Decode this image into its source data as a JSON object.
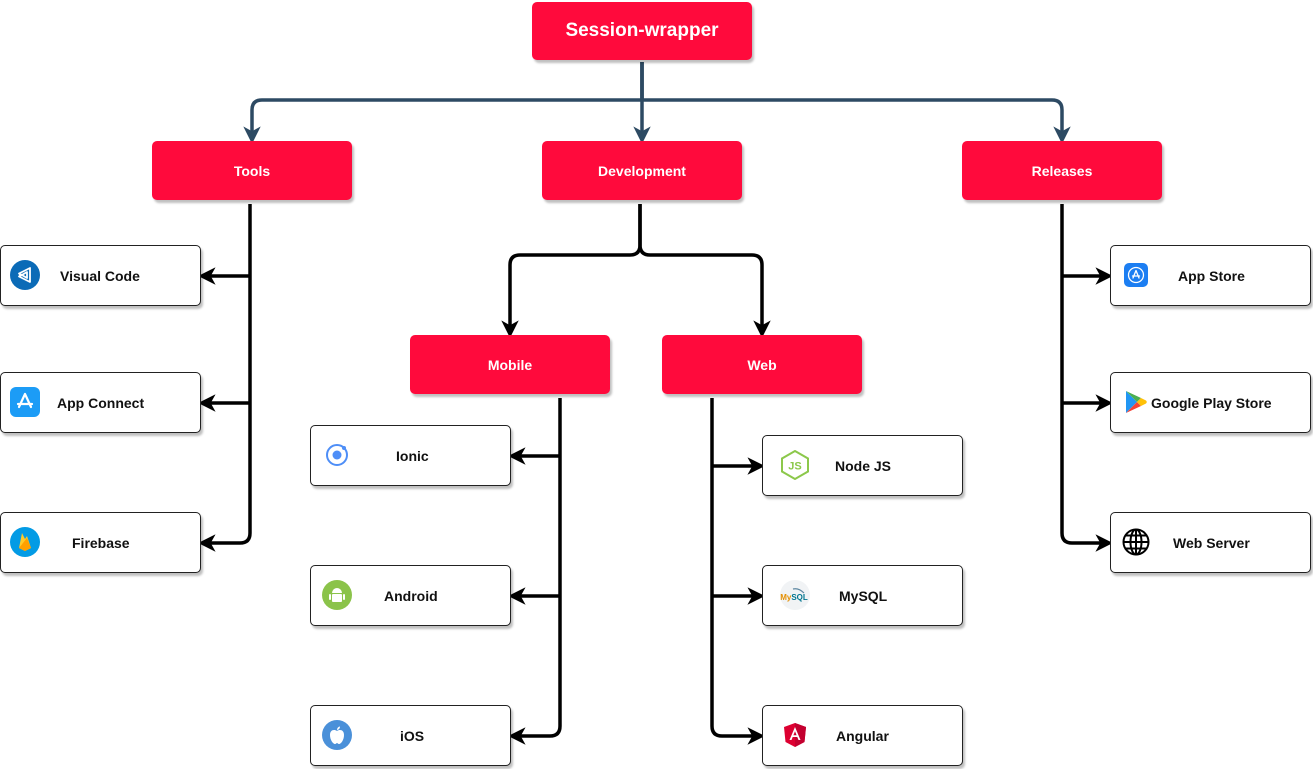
{
  "root": {
    "label": "Session-wrapper"
  },
  "categories": {
    "tools": "Tools",
    "development": "Development",
    "releases": "Releases",
    "mobile": "Mobile",
    "web": "Web"
  },
  "tools": [
    {
      "label": "Visual Code",
      "icon": "visual-studio-code-icon"
    },
    {
      "label": "App Connect",
      "icon": "app-connect-icon"
    },
    {
      "label": "Firebase",
      "icon": "firebase-icon"
    }
  ],
  "mobile": [
    {
      "label": "Ionic",
      "icon": "ionic-icon"
    },
    {
      "label": "Android",
      "icon": "android-icon"
    },
    {
      "label": "iOS",
      "icon": "apple-icon"
    }
  ],
  "web": [
    {
      "label": "Node JS",
      "icon": "nodejs-icon"
    },
    {
      "label": "MySQL",
      "icon": "mysql-icon"
    },
    {
      "label": "Angular",
      "icon": "angular-icon"
    }
  ],
  "releases": [
    {
      "label": "App Store",
      "icon": "app-store-icon"
    },
    {
      "label": "Google Play Store",
      "icon": "google-play-icon"
    },
    {
      "label": "Web Server",
      "icon": "globe-icon"
    }
  ],
  "colors": {
    "node_fill": "#ff0a3c",
    "root_connector": "#2d4a63",
    "connector": "#000000"
  }
}
